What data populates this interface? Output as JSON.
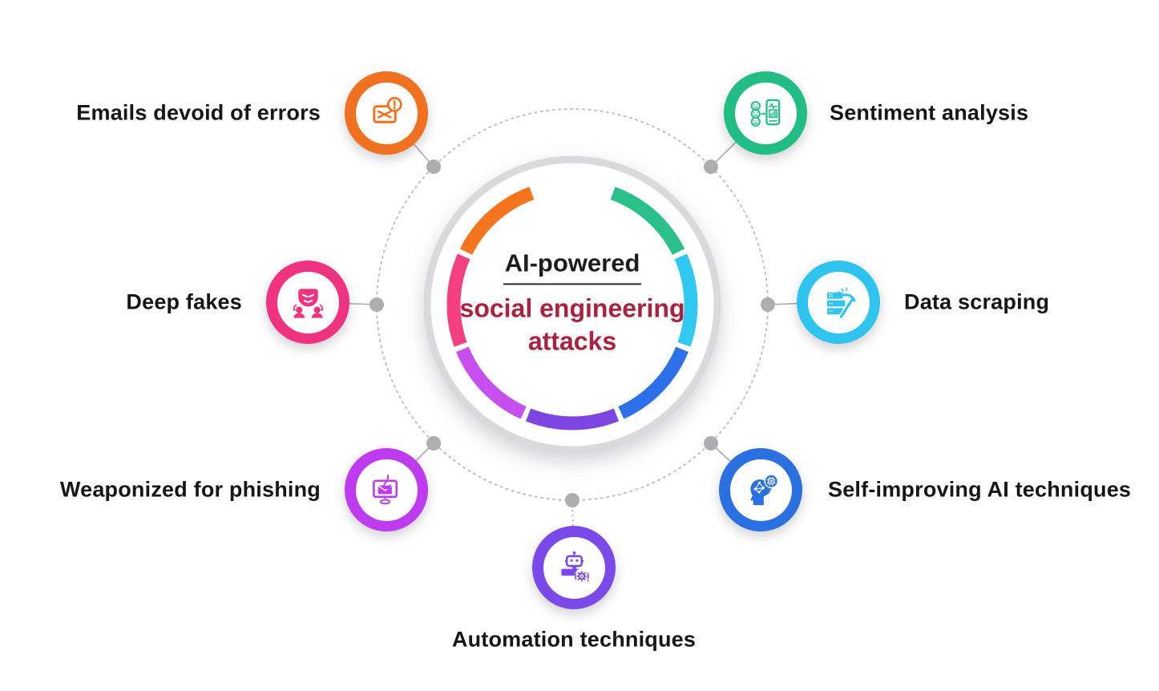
{
  "diagram": {
    "center": {
      "title_top": "AI-powered",
      "title_main": "social engineering attacks",
      "title_top_color": "#1d1d1b",
      "title_main_color": "#ab2240",
      "ring_segments": [
        {
          "name": "sentiment-analysis",
          "color": "#2bc089"
        },
        {
          "name": "data-scraping",
          "color": "#31c9f2"
        },
        {
          "name": "self-improving-ai-techniques",
          "color": "#2e70e9"
        },
        {
          "name": "automation-techniques",
          "color": "#7e45e2"
        },
        {
          "name": "weaponized-for-phishing",
          "color": "#c74ff0"
        },
        {
          "name": "deep-fakes",
          "color": "#f43f80"
        },
        {
          "name": "emails-devoid-of-errors",
          "color": "#f5741e"
        }
      ]
    },
    "nodes": [
      {
        "id": "emails-devoid-of-errors",
        "label": "Emails devoid of errors",
        "color": "#f0711f",
        "icon": "email-alert-icon",
        "position": "top-left"
      },
      {
        "id": "sentiment-analysis",
        "label": "Sentiment analysis",
        "color": "#21bd85",
        "icon": "sentiment-phone-icon",
        "position": "top-right"
      },
      {
        "id": "deep-fakes",
        "label": "Deep fakes",
        "color": "#ef3380",
        "icon": "mask-identity-icon",
        "position": "left"
      },
      {
        "id": "data-scraping",
        "label": "Data scraping",
        "color": "#2fc3ef",
        "icon": "server-pickaxe-icon",
        "position": "right"
      },
      {
        "id": "weaponized-for-phishing",
        "label": "Weaponized for phishing",
        "color": "#bf3bf0",
        "icon": "monitor-phishing-icon",
        "position": "bottom-left"
      },
      {
        "id": "self-improving-ai-techniques",
        "label": "Self-improving AI techniques",
        "color": "#2b70e1",
        "icon": "head-chip-icon",
        "position": "bottom-right"
      },
      {
        "id": "automation-techniques",
        "label": "Automation techniques",
        "color": "#7b49e9",
        "icon": "robot-gear-icon",
        "position": "bottom"
      }
    ],
    "connector_color": "#a9a9ad",
    "dotted_circle_color": "#bcbcc0",
    "dot_color": "#aeaeb1"
  }
}
